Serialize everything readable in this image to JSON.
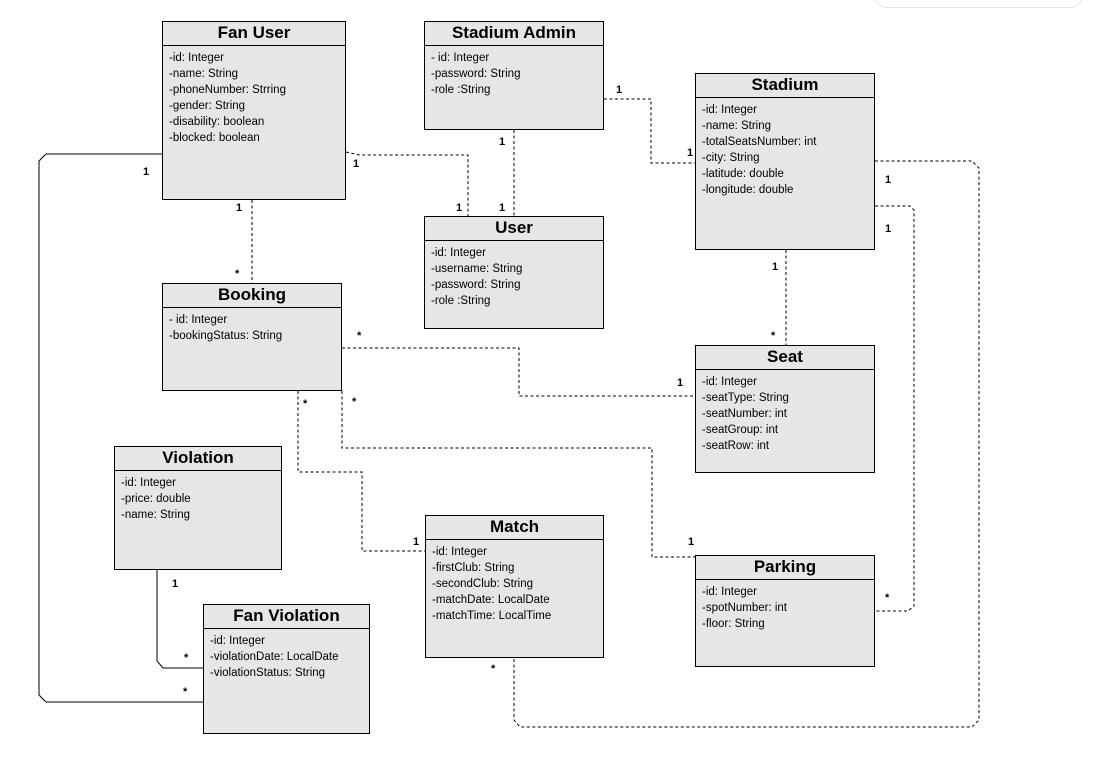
{
  "classes": [
    {
      "id": "fan_user",
      "name": "Fan User",
      "attributes": [
        "-id: Integer",
        "-name: String",
        "-phoneNumber: Strring",
        "-gender: String",
        "-disability: boolean",
        "-blocked: boolean"
      ]
    },
    {
      "id": "stadium_admin",
      "name": "Stadium Admin",
      "attributes": [
        "- id: Integer",
        "-password: String",
        "-role :String"
      ]
    },
    {
      "id": "stadium",
      "name": "Stadium",
      "attributes": [
        "-id: Integer",
        "-name: String",
        "-totalSeatsNumber: int",
        "-city: String",
        "-latitude: double",
        "-longitude: double"
      ]
    },
    {
      "id": "user",
      "name": "User",
      "attributes": [
        "-id: Integer",
        "-username: String",
        "-password: String",
        "-role :String"
      ]
    },
    {
      "id": "booking",
      "name": "Booking",
      "attributes": [
        "- id: Integer",
        "-bookingStatus: String"
      ]
    },
    {
      "id": "seat",
      "name": "Seat",
      "attributes": [
        "-id: Integer",
        "-seatType: String",
        "-seatNumber: int",
        "-seatGroup: int",
        "-seatRow: int"
      ]
    },
    {
      "id": "violation",
      "name": "Violation",
      "attributes": [
        "-id: Integer",
        "-price: double",
        "-name: String"
      ]
    },
    {
      "id": "match",
      "name": "Match",
      "attributes": [
        "-id: Integer",
        "-firstClub: String",
        "-secondClub: String",
        "-matchDate: LocalDate",
        "-matchTime: LocalTime"
      ]
    },
    {
      "id": "parking",
      "name": "Parking",
      "attributes": [
        "-id: Integer",
        "-spotNumber: int",
        "-floor: String"
      ]
    },
    {
      "id": "fan_violation",
      "name": "Fan Violation",
      "attributes": [
        "-id: Integer",
        "-violationDate: LocalDate",
        "-violationStatus: String"
      ]
    }
  ],
  "associations": [
    {
      "id": "fanuser-booking",
      "from": "fan_user",
      "to": "booking",
      "from_mult": "1",
      "to_mult": "*"
    },
    {
      "id": "fanuser-user",
      "from": "fan_user",
      "to": "user",
      "from_mult": "1",
      "to_mult": "1"
    },
    {
      "id": "admin-user",
      "from": "stadium_admin",
      "to": "user",
      "from_mult": "1",
      "to_mult": "1"
    },
    {
      "id": "admin-stadium",
      "from": "stadium_admin",
      "to": "stadium",
      "from_mult": "1",
      "to_mult": "1"
    },
    {
      "id": "stadium-seat",
      "from": "stadium",
      "to": "seat",
      "from_mult": "1",
      "to_mult": "*"
    },
    {
      "id": "booking-seat",
      "from": "booking",
      "to": "seat",
      "from_mult": "*",
      "to_mult": "1"
    },
    {
      "id": "booking-match",
      "from": "booking",
      "to": "match",
      "from_mult": "*",
      "to_mult": "1"
    },
    {
      "id": "booking-parking",
      "from": "booking",
      "to": "parking",
      "from_mult": "*",
      "to_mult": "1"
    },
    {
      "id": "stadium-parking",
      "from": "stadium",
      "to": "parking",
      "from_mult": "1",
      "to_mult": "*"
    },
    {
      "id": "stadium-match",
      "from": "stadium",
      "to": "match",
      "from_mult": "1",
      "to_mult": "*"
    },
    {
      "id": "violation-fanviolation",
      "from": "violation",
      "to": "fan_violation",
      "from_mult": "1",
      "to_mult": "*"
    },
    {
      "id": "fanuser-fanviolation",
      "from": "fan_user",
      "to": "fan_violation",
      "from_mult": "1",
      "to_mult": "*"
    }
  ]
}
